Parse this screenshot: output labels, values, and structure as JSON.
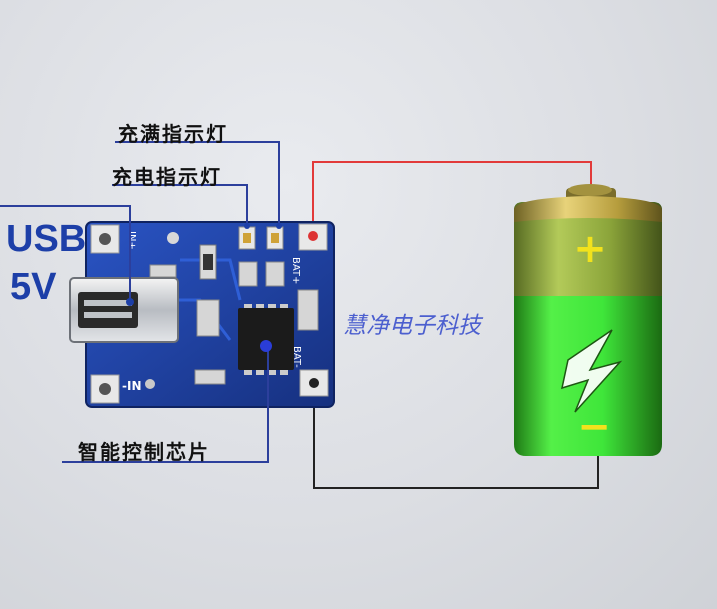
{
  "labels": {
    "usb": "USB",
    "voltage": "5V",
    "full_indicator": "充满指示灯",
    "charge_indicator": "充电指示灯",
    "smart_chip": "智能控制芯片",
    "watermark": "慧净电子科技"
  },
  "board_silkscreen": {
    "in_plus": "IN+",
    "in_minus": "-IN",
    "bat_plus": "BAT+",
    "bat_minus": "BAT-"
  },
  "battery": {
    "plus": "+",
    "minus": "−",
    "fill_color": "#3fe63a",
    "cap_color": "#c9b35a"
  },
  "colors": {
    "pcb": "#1f3f9e",
    "wire_positive": "#e23a3a",
    "wire_negative": "#222222",
    "callout_line": "#2c3f9c"
  }
}
